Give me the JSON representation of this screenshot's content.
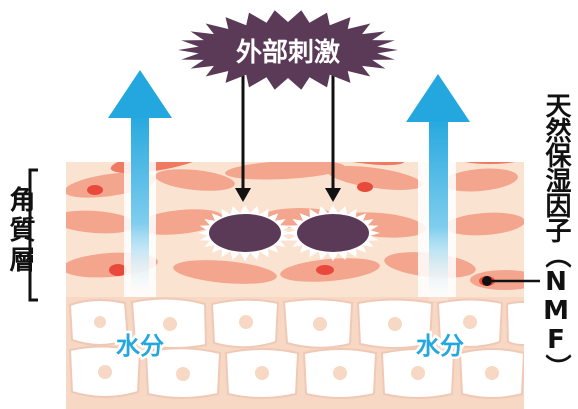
{
  "diagram": {
    "stimulus_label": "外部刺激",
    "water_label_left": "水分",
    "water_label_right": "水分",
    "stratum_corneum_label": "角質層",
    "nmf_label": "天然保湿因子（NMF）"
  },
  "colors": {
    "stimulus_fill": "#5b3a57",
    "arrow_blue": "#23a7de",
    "layer_bg": "#fbe3d2",
    "cell_fill": "#f4a58d",
    "cell_dark": "#ef7a62",
    "nmf_dot": "#e8493a",
    "base_cell_fill": "#ffffff",
    "base_bg": "#f6d8c4"
  }
}
